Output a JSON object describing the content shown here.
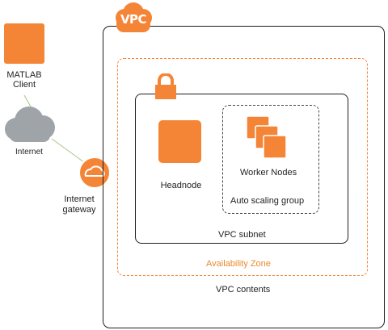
{
  "client": {
    "label_line1": "MATLAB",
    "label_line2": "Client"
  },
  "internet": {
    "label": "Internet"
  },
  "gateway": {
    "label_line1": "Internet",
    "label_line2": "gateway"
  },
  "vpc": {
    "badge": "VPC",
    "contents_label": "VPC contents",
    "availability_zone": {
      "label": "Availability Zone"
    },
    "subnet": {
      "label": "VPC subnet",
      "headnode": {
        "label": "Headnode"
      },
      "auto_scaling_group": {
        "label": "Auto scaling group",
        "worker_nodes": {
          "label": "Worker Nodes"
        }
      }
    }
  },
  "colors": {
    "aws_orange": "#f58536",
    "aws_orange_dark": "#d86613",
    "cloud_gray": "#9fa4a9",
    "line_green": "#a8c486",
    "border_dark": "#1e1e1e"
  },
  "icons": [
    "vpc-badge-icon",
    "lock-icon",
    "cloud-icon",
    "gateway-icon",
    "server-stack-icon"
  ]
}
